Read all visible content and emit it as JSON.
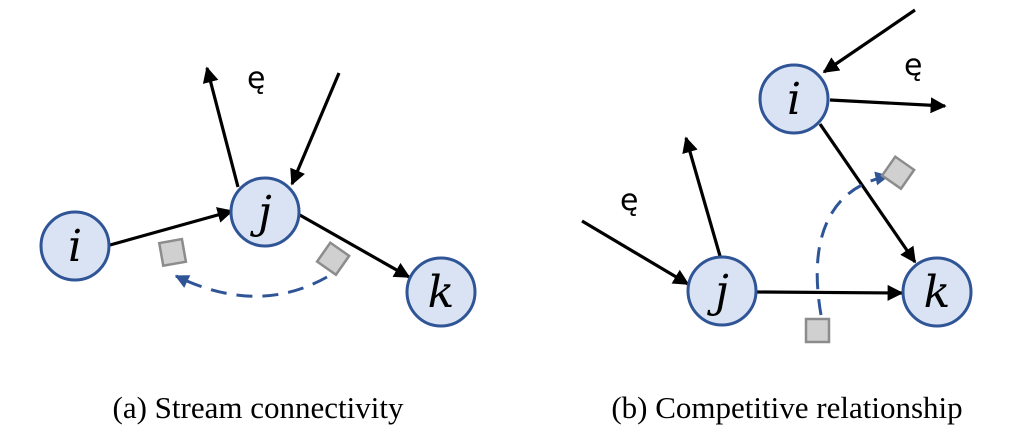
{
  "panel_a": {
    "caption": "(a) Stream connectivity",
    "nodes": {
      "i": "i",
      "j": "j",
      "k": "k"
    },
    "edge_label": "ę"
  },
  "panel_b": {
    "caption": "(b) Competitive relationship",
    "nodes": {
      "i": "i",
      "j": "j",
      "k": "k"
    },
    "edge_label_top": "ę",
    "edge_label_left": "ę"
  },
  "colors": {
    "node_fill": "#dae3f3",
    "node_stroke": "#2f5597",
    "flow_arrow": "#2f5597",
    "square_fill": "#d0d0d0",
    "square_stroke": "#8c8c8c",
    "edge": "#000000"
  }
}
